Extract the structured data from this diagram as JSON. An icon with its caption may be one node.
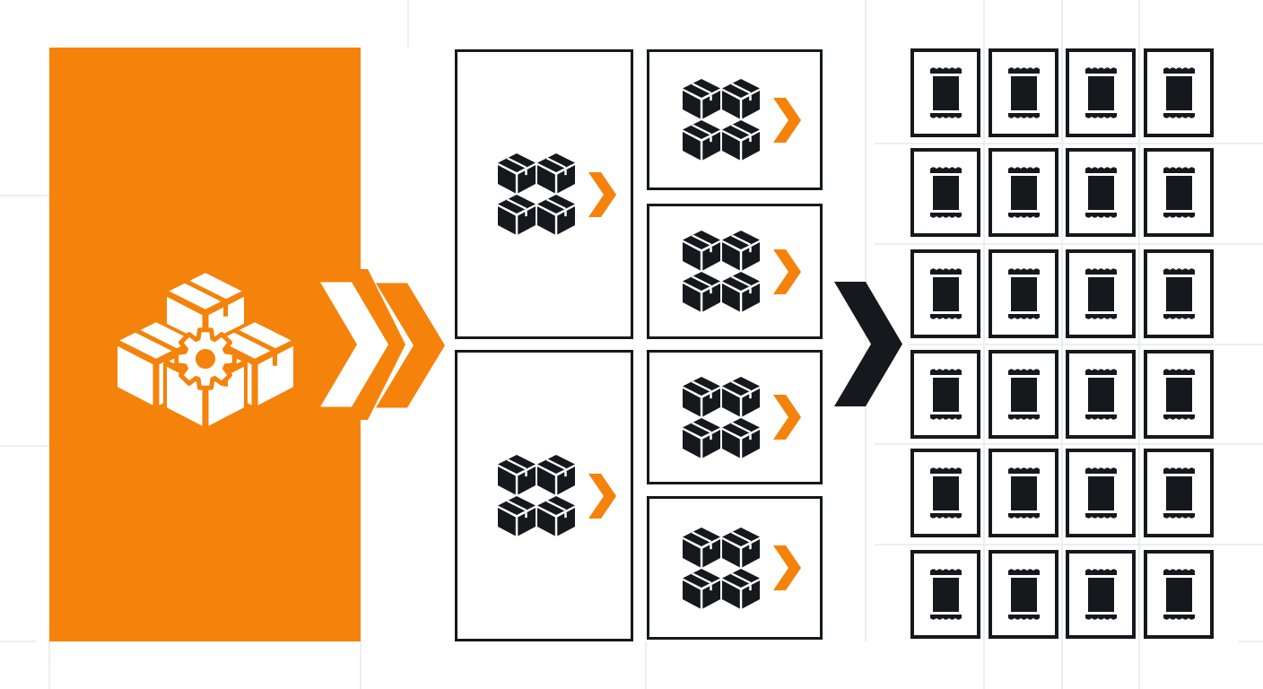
{
  "diagram": {
    "nodes": [
      {
        "text": [],
        "shape": "box"
      },
      {
        "text": [],
        "shape": "box"
      },
      {
        "text": [],
        "shape": "box"
      },
      {
        "text": [],
        "shape": "box"
      },
      {
        "text": [],
        "shape": "box"
      },
      {
        "text": [],
        "shape": "box"
      },
      {
        "text": [],
        "shape": "box"
      },
      {
        "text": [],
        "shape": "box"
      },
      {
        "text": [],
        "shape": "box"
      },
      {
        "text": [],
        "shape": "box"
      },
      {
        "text": [],
        "shape": "box"
      },
      {
        "text": [],
        "shape": "box"
      },
      {
        "text": [],
        "shape": "box"
      },
      {
        "text": [],
        "shape": "box"
      },
      {
        "text": [],
        "shape": "box"
      },
      {
        "text": [],
        "shape": "box"
      },
      {
        "text": [],
        "shape": "box"
      },
      {
        "text": [],
        "shape": "box"
      },
      {
        "text": [],
        "shape": "box"
      },
      {
        "text": [],
        "shape": "box"
      },
      {
        "text": [],
        "shape": "box"
      },
      {
        "text": [],
        "shape": "box"
      },
      {
        "text": [],
        "shape": "box"
      },
      {
        "text": [],
        "shape": "box"
      },
      {
        "text": [],
        "shape": "box"
      },
      {
        "text": [],
        "shape": "box"
      },
      {
        "text": [],
        "shape": "box"
      },
      {
        "text": [],
        "shape": "box"
      },
      {
        "text": [],
        "shape": "box"
      },
      {
        "text": [],
        "shape": "box"
      },
      {
        "text": [],
        "shape": "box"
      }
    ],
    "edges": [
      {
        "from": 0,
        "to": 1,
        "arrow": "to",
        "color": "#f5820b"
      },
      {
        "from": 0,
        "to": 2,
        "arrow": "to",
        "color": "#f5820b"
      },
      {
        "from": 4,
        "to": 15,
        "arrow": "to"
      },
      {
        "from": 5,
        "to": 19,
        "arrow": "to"
      }
    ]
  }
}
